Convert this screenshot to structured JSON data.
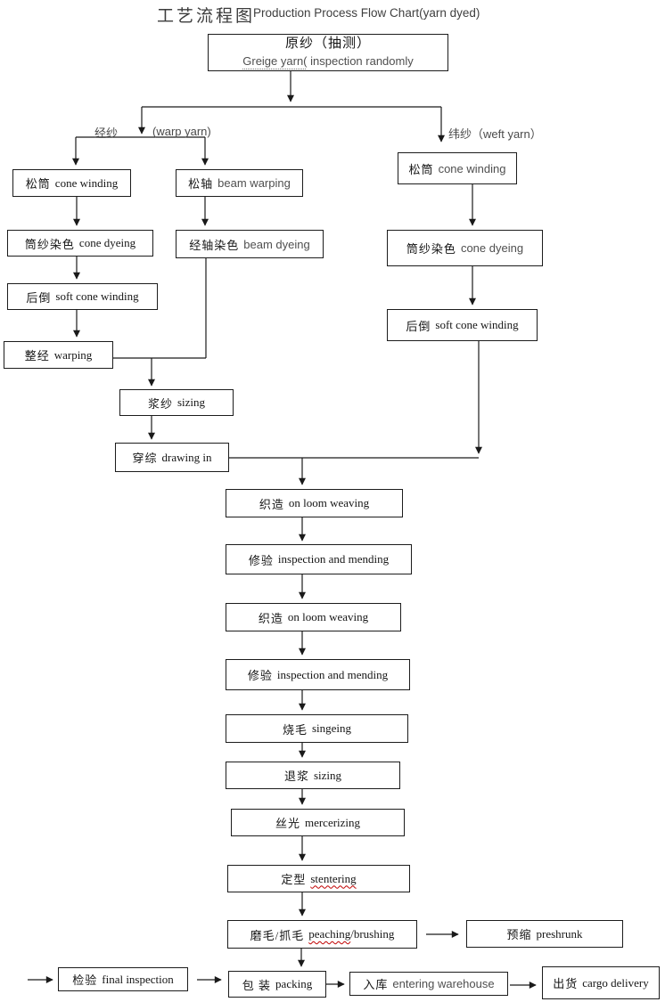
{
  "title": {
    "zh": "工艺流程图",
    "en": "Production Process Flow Chart(yarn dyed)"
  },
  "labels": {
    "warp_zh": "经纱",
    "warp_en": "(warp yarn)",
    "weft": "纬纱（weft yarn）"
  },
  "nodes": {
    "greige": {
      "zh": "原纱（抽测）",
      "en": "Greige yarn(",
      "en2": " inspection randomly"
    },
    "cone_winding_left": {
      "zh": "松筒",
      "en": "cone winding"
    },
    "beam_warping": {
      "zh": "松轴",
      "en": "beam warping"
    },
    "cone_winding_right": {
      "zh": "松筒",
      "en": "cone winding"
    },
    "cone_dyeing_left": {
      "zh": "筒纱染色",
      "en": "cone dyeing"
    },
    "beam_dyeing": {
      "zh": "经轴染色",
      "en": "beam dyeing"
    },
    "cone_dyeing_right": {
      "zh": "筒纱染色",
      "en": "cone dyeing"
    },
    "soft_cone_left": {
      "zh": "后倒",
      "en": "soft cone winding"
    },
    "soft_cone_right": {
      "zh": "后倒",
      "en": "soft cone winding"
    },
    "warping": {
      "zh": "整经",
      "en": "warping"
    },
    "sizing": {
      "zh": "浆纱",
      "en": "sizing"
    },
    "drawing_in": {
      "zh": "穿综",
      "en": "drawing in"
    },
    "weaving_1": {
      "zh": "织造",
      "en": "on loom weaving"
    },
    "mending_1": {
      "zh": "修验",
      "en": "inspection and mending"
    },
    "weaving_2": {
      "zh": "织造",
      "en": "on loom weaving"
    },
    "mending_2": {
      "zh": "修验",
      "en": "inspection and mending"
    },
    "singeing": {
      "zh": "烧毛",
      "en": "singeing"
    },
    "desizing": {
      "zh": "退浆",
      "en": "sizing"
    },
    "mercerizing": {
      "zh": "丝光",
      "en": "mercerizing"
    },
    "stentering": {
      "zh": "定型",
      "en": "stentering"
    },
    "peaching": {
      "zh": "磨毛/抓毛",
      "en": "peaching",
      "en2": "/brushing"
    },
    "preshrunk": {
      "zh": "预缩",
      "en": "preshrunk"
    },
    "final_inspection": {
      "zh": "检验",
      "en": "final inspection"
    },
    "packing": {
      "zh": "包 装",
      "en": "packing"
    },
    "warehouse": {
      "zh": "入库",
      "en": "entering warehouse"
    },
    "cargo": {
      "zh": "出货",
      "en": "cargo delivery"
    }
  },
  "colors": {
    "line": "#1a1a1a",
    "spellcheck_wavy": "#c00000",
    "dotted_underline": "#8a8a8a"
  }
}
